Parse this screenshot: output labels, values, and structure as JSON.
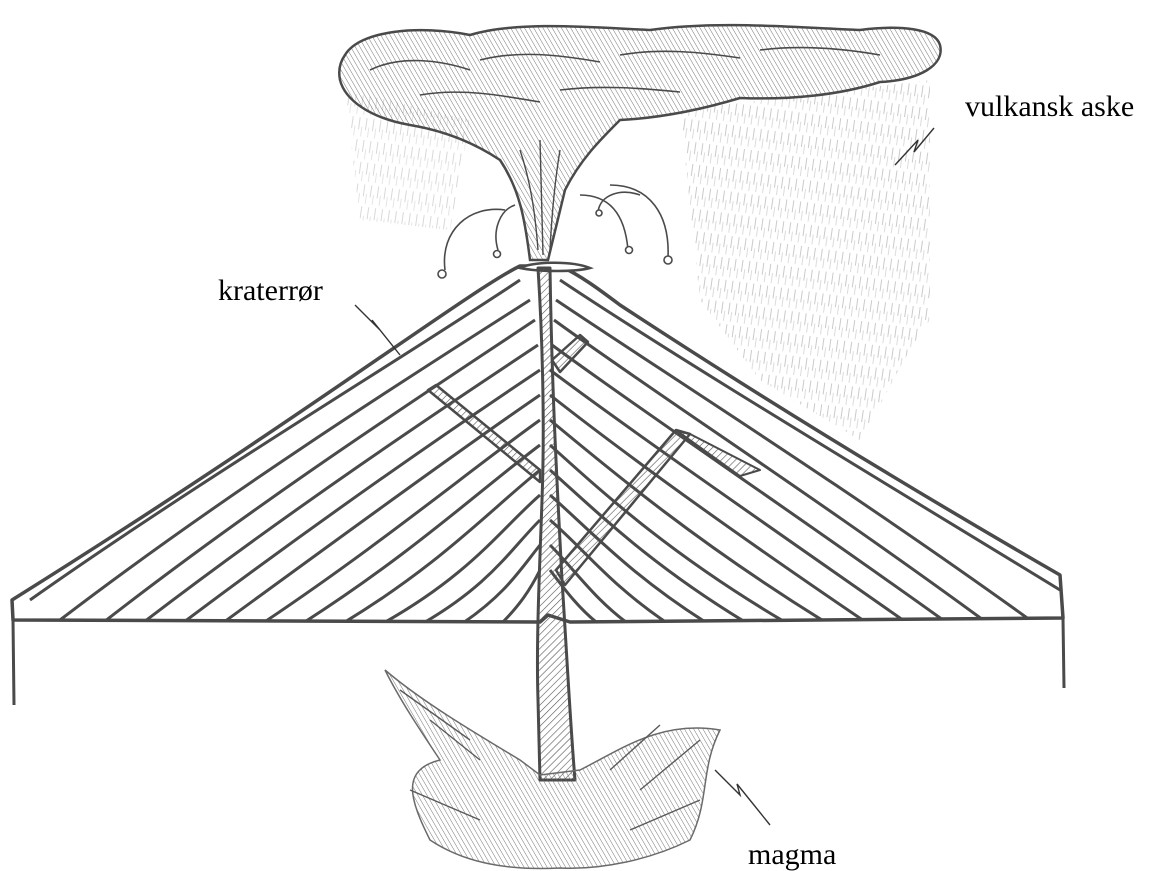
{
  "labels": {
    "ash": "vulkansk aske",
    "conduit": "kraterrør",
    "magma": "magma"
  },
  "colors": {
    "ink": "#4a4a4a",
    "ink_light": "#8a8a8a",
    "label": "#000000",
    "background": "#ffffff"
  }
}
